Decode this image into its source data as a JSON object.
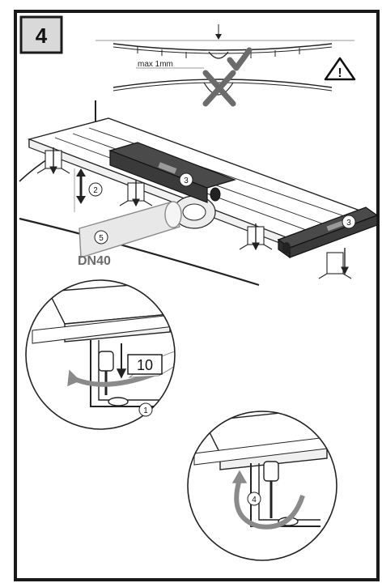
{
  "step": {
    "number": "4"
  },
  "top_detail": {
    "tolerance_label": "max 1mm",
    "warning_symbol": "!"
  },
  "callouts": {
    "height_adjust": "2",
    "level_left": "3",
    "level_right": "3",
    "pipe": "5",
    "nut": "1",
    "screw": "4"
  },
  "pipe_label": "DN40",
  "screw_turns": "10",
  "colors": {
    "frame": "#1a1a1a",
    "level_bar": "#4a4a4a",
    "step_box": "#d9d9d9",
    "pipe_fill": "#e8e8e8",
    "accent_grey": "#8a8a8a"
  },
  "icons": {
    "warning": "warning-triangle-icon",
    "check": "checkmark-icon",
    "cross": "cross-icon",
    "rotate": "rotate-arrow-icon",
    "finger": "finger-icon"
  }
}
